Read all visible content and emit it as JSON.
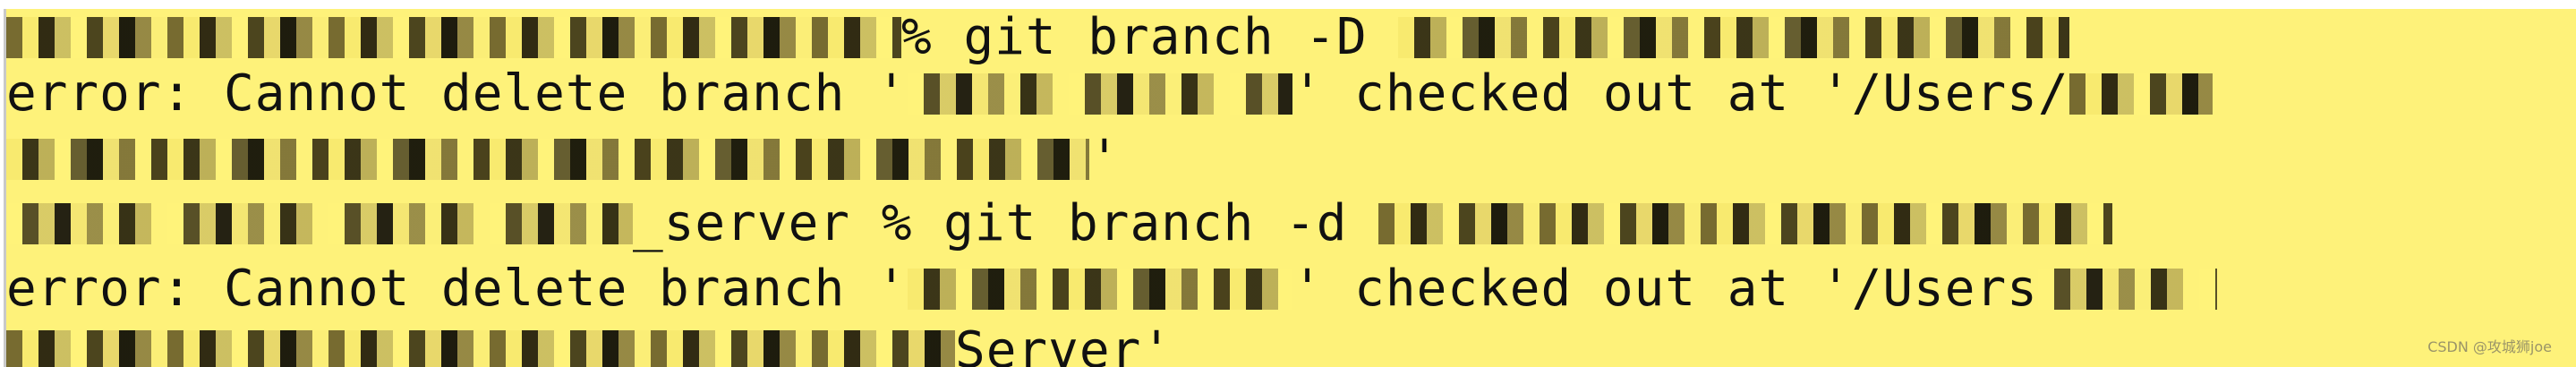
{
  "terminal": {
    "background_color": "#fef27a",
    "text_color": "#111111",
    "lines": [
      {
        "type": "command",
        "prompt_redacted": true,
        "prompt_symbol": "%",
        "command": "git branch -D",
        "argument_redacted": true
      },
      {
        "type": "output",
        "prefix": "error: Cannot delete branch '",
        "branch_redacted": true,
        "middle": "' checked out at '/Users/",
        "path_redacted": true
      },
      {
        "type": "output-continuation",
        "path_redacted": true,
        "suffix": "'"
      },
      {
        "type": "command",
        "prompt_redacted": true,
        "prompt_tail": "_server",
        "prompt_symbol": "%",
        "command": "git branch -d",
        "argument_redacted": true
      },
      {
        "type": "output",
        "prefix": "error: Cannot delete branch '",
        "branch_redacted": true,
        "middle": "' checked out at '/Users",
        "path_redacted": true
      },
      {
        "type": "output-continuation",
        "path_redacted": true,
        "suffix": "Server'"
      }
    ]
  },
  "watermark": {
    "text": "CSDN @攻城狮joe"
  }
}
